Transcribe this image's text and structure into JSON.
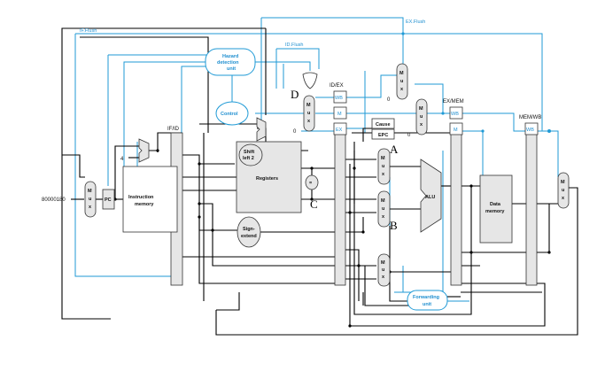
{
  "labels": {
    "if_flush": "IF.Flush",
    "id_flush": "ID.Flush",
    "ex_flush": "EX.Flush",
    "hazard_1": "Hazard",
    "hazard_2": "detection",
    "hazard_3": "unit",
    "control": "Control",
    "if_id": "IF/ID",
    "id_ex": "ID/EX",
    "ex_mem": "EX/MEM",
    "mem_wb": "MEM/WB",
    "pc": "PC",
    "instr_mem_1": "Instruction",
    "instr_mem_2": "memory",
    "registers": "Registers",
    "shift_1": "Shift",
    "shift_2": "left 2",
    "sign_1": "Sign-",
    "sign_2": "extend",
    "alu": "ALU",
    "data_mem_1": "Data",
    "data_mem_2": "memory",
    "fwd_1": "Forwarding",
    "fwd_2": "unit",
    "cause": "Cause",
    "epc": "EPC",
    "address": "80000180",
    "four": "4",
    "mux_m": "M",
    "mux_u": "u",
    "mux_x": "x",
    "wb": "WB",
    "m": "M",
    "ex": "EX",
    "zero": "0",
    "eq": "=",
    "ann_a": "A",
    "ann_b": "B",
    "ann_c": "C",
    "ann_d": "D"
  },
  "colors": {
    "wire": "#000000",
    "control_wire": "#1f9ad6",
    "unit_fill": "#e6e6e6"
  }
}
